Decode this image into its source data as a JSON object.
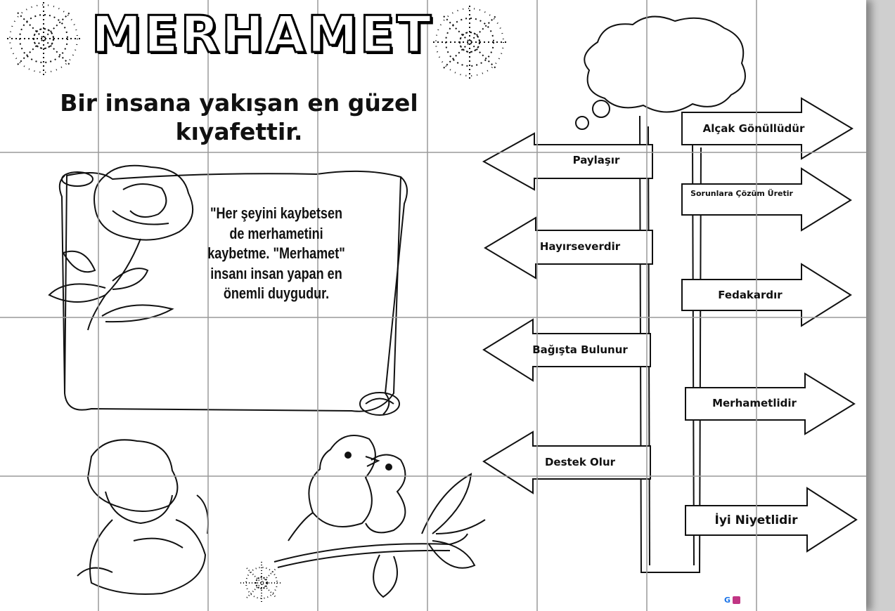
{
  "title": "MERHAMET",
  "subtitle": "Bir insana yakışan en güzel kıyafettir.",
  "quote": "\"Her şeyini kaybetsen de merhametini kaybetme. \"Merhamet\" insanı insan yapan en önemli duygudur.",
  "cloud_text": "",
  "arrows_left": [
    {
      "label": "Paylaşır"
    },
    {
      "label": "Hayırseverdir"
    },
    {
      "label": "Bağışta Bulunur"
    },
    {
      "label": "Destek Olur"
    }
  ],
  "arrows_right": [
    {
      "label": "Alçak Gönüllüdür"
    },
    {
      "label": "Sorunlara Çözüm Üretir"
    },
    {
      "label": "Fedakardır"
    },
    {
      "label": "Merhametlidir"
    },
    {
      "label": "İyi Niyetlidir"
    }
  ],
  "colors": {
    "ink": "#111111",
    "paper": "#ffffff",
    "grid": "#9a9a9a",
    "background": "#cfcfcf"
  },
  "icons": [
    "flower-icon",
    "rose-icon",
    "scroll-icon",
    "child-icon",
    "birds-icon",
    "cloud-icon",
    "google-icon",
    "instagram-icon"
  ]
}
